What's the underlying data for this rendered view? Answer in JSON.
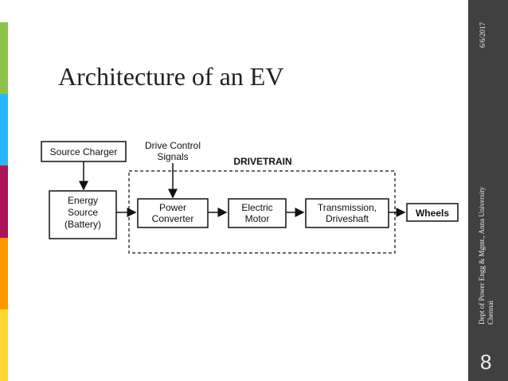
{
  "slide": {
    "title": "Architecture of an EV",
    "date": "6/6/2017",
    "footer_line1": "Dept of Power Engg & Mgmt., Anna University",
    "footer_line2": "Chennai",
    "page_number": "8",
    "stripe_colors": [
      "#8bc34a",
      "#29b6f6",
      "#ad1457",
      "#ff9800",
      "#fdd835"
    ]
  },
  "diagram": {
    "source_charger": "Source Charger",
    "energy_source": [
      "Energy",
      "Source",
      "(Battery)"
    ],
    "drive_control": [
      "Drive Control",
      "Signals"
    ],
    "drivetrain_label": "DRIVETRAIN",
    "power_converter": [
      "Power",
      "Converter"
    ],
    "electric_motor": [
      "Electric",
      "Motor"
    ],
    "transmission": [
      "Transmission,",
      "Driveshaft"
    ],
    "wheels": "Wheels"
  }
}
